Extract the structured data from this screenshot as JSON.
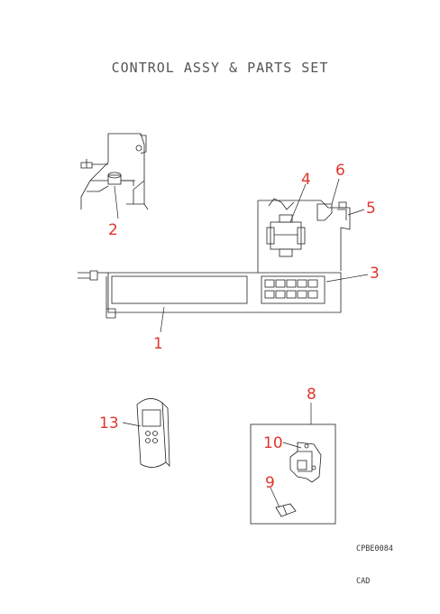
{
  "title": "CONTROL ASSY & PARTS SET",
  "code": "CPBE0084",
  "tag": "CAD",
  "callouts": {
    "c1": "1",
    "c2": "2",
    "c3": "3",
    "c4": "4",
    "c5": "5",
    "c6": "6",
    "c8": "8",
    "c9": "9",
    "c10": "10",
    "c13": "13"
  },
  "colors": {
    "callout": "#e0362c",
    "line": "#222222"
  }
}
